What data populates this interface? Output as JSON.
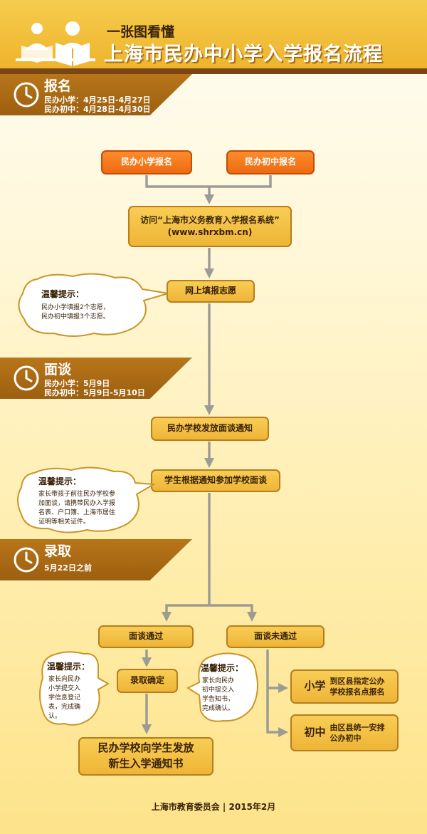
{
  "header": {
    "subtitle": "一张图看懂",
    "title": "上海市民办中小学入学报名流程"
  },
  "sections": [
    {
      "title": "报名",
      "lines": [
        "民办小学：4月25日-4月27日",
        "民办初中：4月28日-4月30日"
      ]
    },
    {
      "title": "面谈",
      "lines": [
        "民办小学：5月9日",
        "民办初中：5月9日-5月10日"
      ]
    },
    {
      "title": "录取",
      "lines": [
        "5月22日之前"
      ]
    }
  ],
  "flow": {
    "primary_signup": "民办小学报名",
    "middle_signup": "民办初中报名",
    "visit_line1": "访问“上海市义务教育入学报名系统”",
    "visit_line2": "(www.shrxbm.cn)",
    "fill_wish": "网上填报志愿",
    "notice": "民办学校发放面谈通知",
    "interview": "学生根据通知参加学校面谈",
    "passed": "面谈通过",
    "not_passed": "面谈未通过",
    "confirmed": "录取确定",
    "final_line1": "民办学校向学生发放",
    "final_line2": "新生入学通知书",
    "primary_tag": "小学",
    "primary_desc_line1": "到区县指定公办",
    "primary_desc_line2": "学校报名点报名",
    "middle_tag": "初中",
    "middle_desc_line1": "由区县统一安排",
    "middle_desc_line2": "公办初中"
  },
  "tips": [
    {
      "title": "温馨提示：",
      "lines": [
        "民办小学填报2个志愿，",
        "民办初中填报3个志愿。"
      ]
    },
    {
      "title": "温馨提示：",
      "lines": [
        "家长带孩子前往民办学校参",
        "加面谈，请携带民办入学报",
        "名表、户口簿、上海市居住",
        "证明等相关证件。"
      ]
    },
    {
      "title": "温馨提示：",
      "lines": [
        "家长向民办",
        "小学提交入",
        "学信息登记",
        "表，完成确",
        "认。"
      ]
    },
    {
      "title": "温馨提示：",
      "lines": [
        "家长向民办",
        "初中提交入",
        "学告知书，",
        "完成确认。"
      ]
    }
  ],
  "footer": "上海市教育委员会 | 2015年2月",
  "colors": {
    "header_yellow": "#eeb42c",
    "brown": "#9d5f10",
    "box_gold": "#f2be42",
    "box_orange": "#f27418",
    "arrow_gray": "#9c9c94"
  },
  "icons": [
    "reader-figures-icon",
    "clock-icon"
  ]
}
